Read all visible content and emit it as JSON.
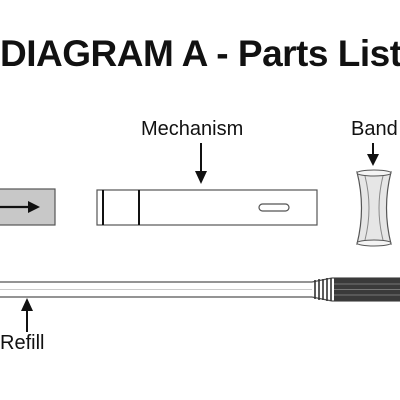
{
  "title": "DIAGRAM A - Parts List",
  "labels": {
    "mechanism": "Mechanism",
    "band": "Band",
    "refill": "Refill"
  },
  "colors": {
    "ink": "#111111",
    "outline": "#555555",
    "shaded_part": "#c8c8c8",
    "band_fill": "#e6e6e6",
    "grip": "#333333"
  }
}
